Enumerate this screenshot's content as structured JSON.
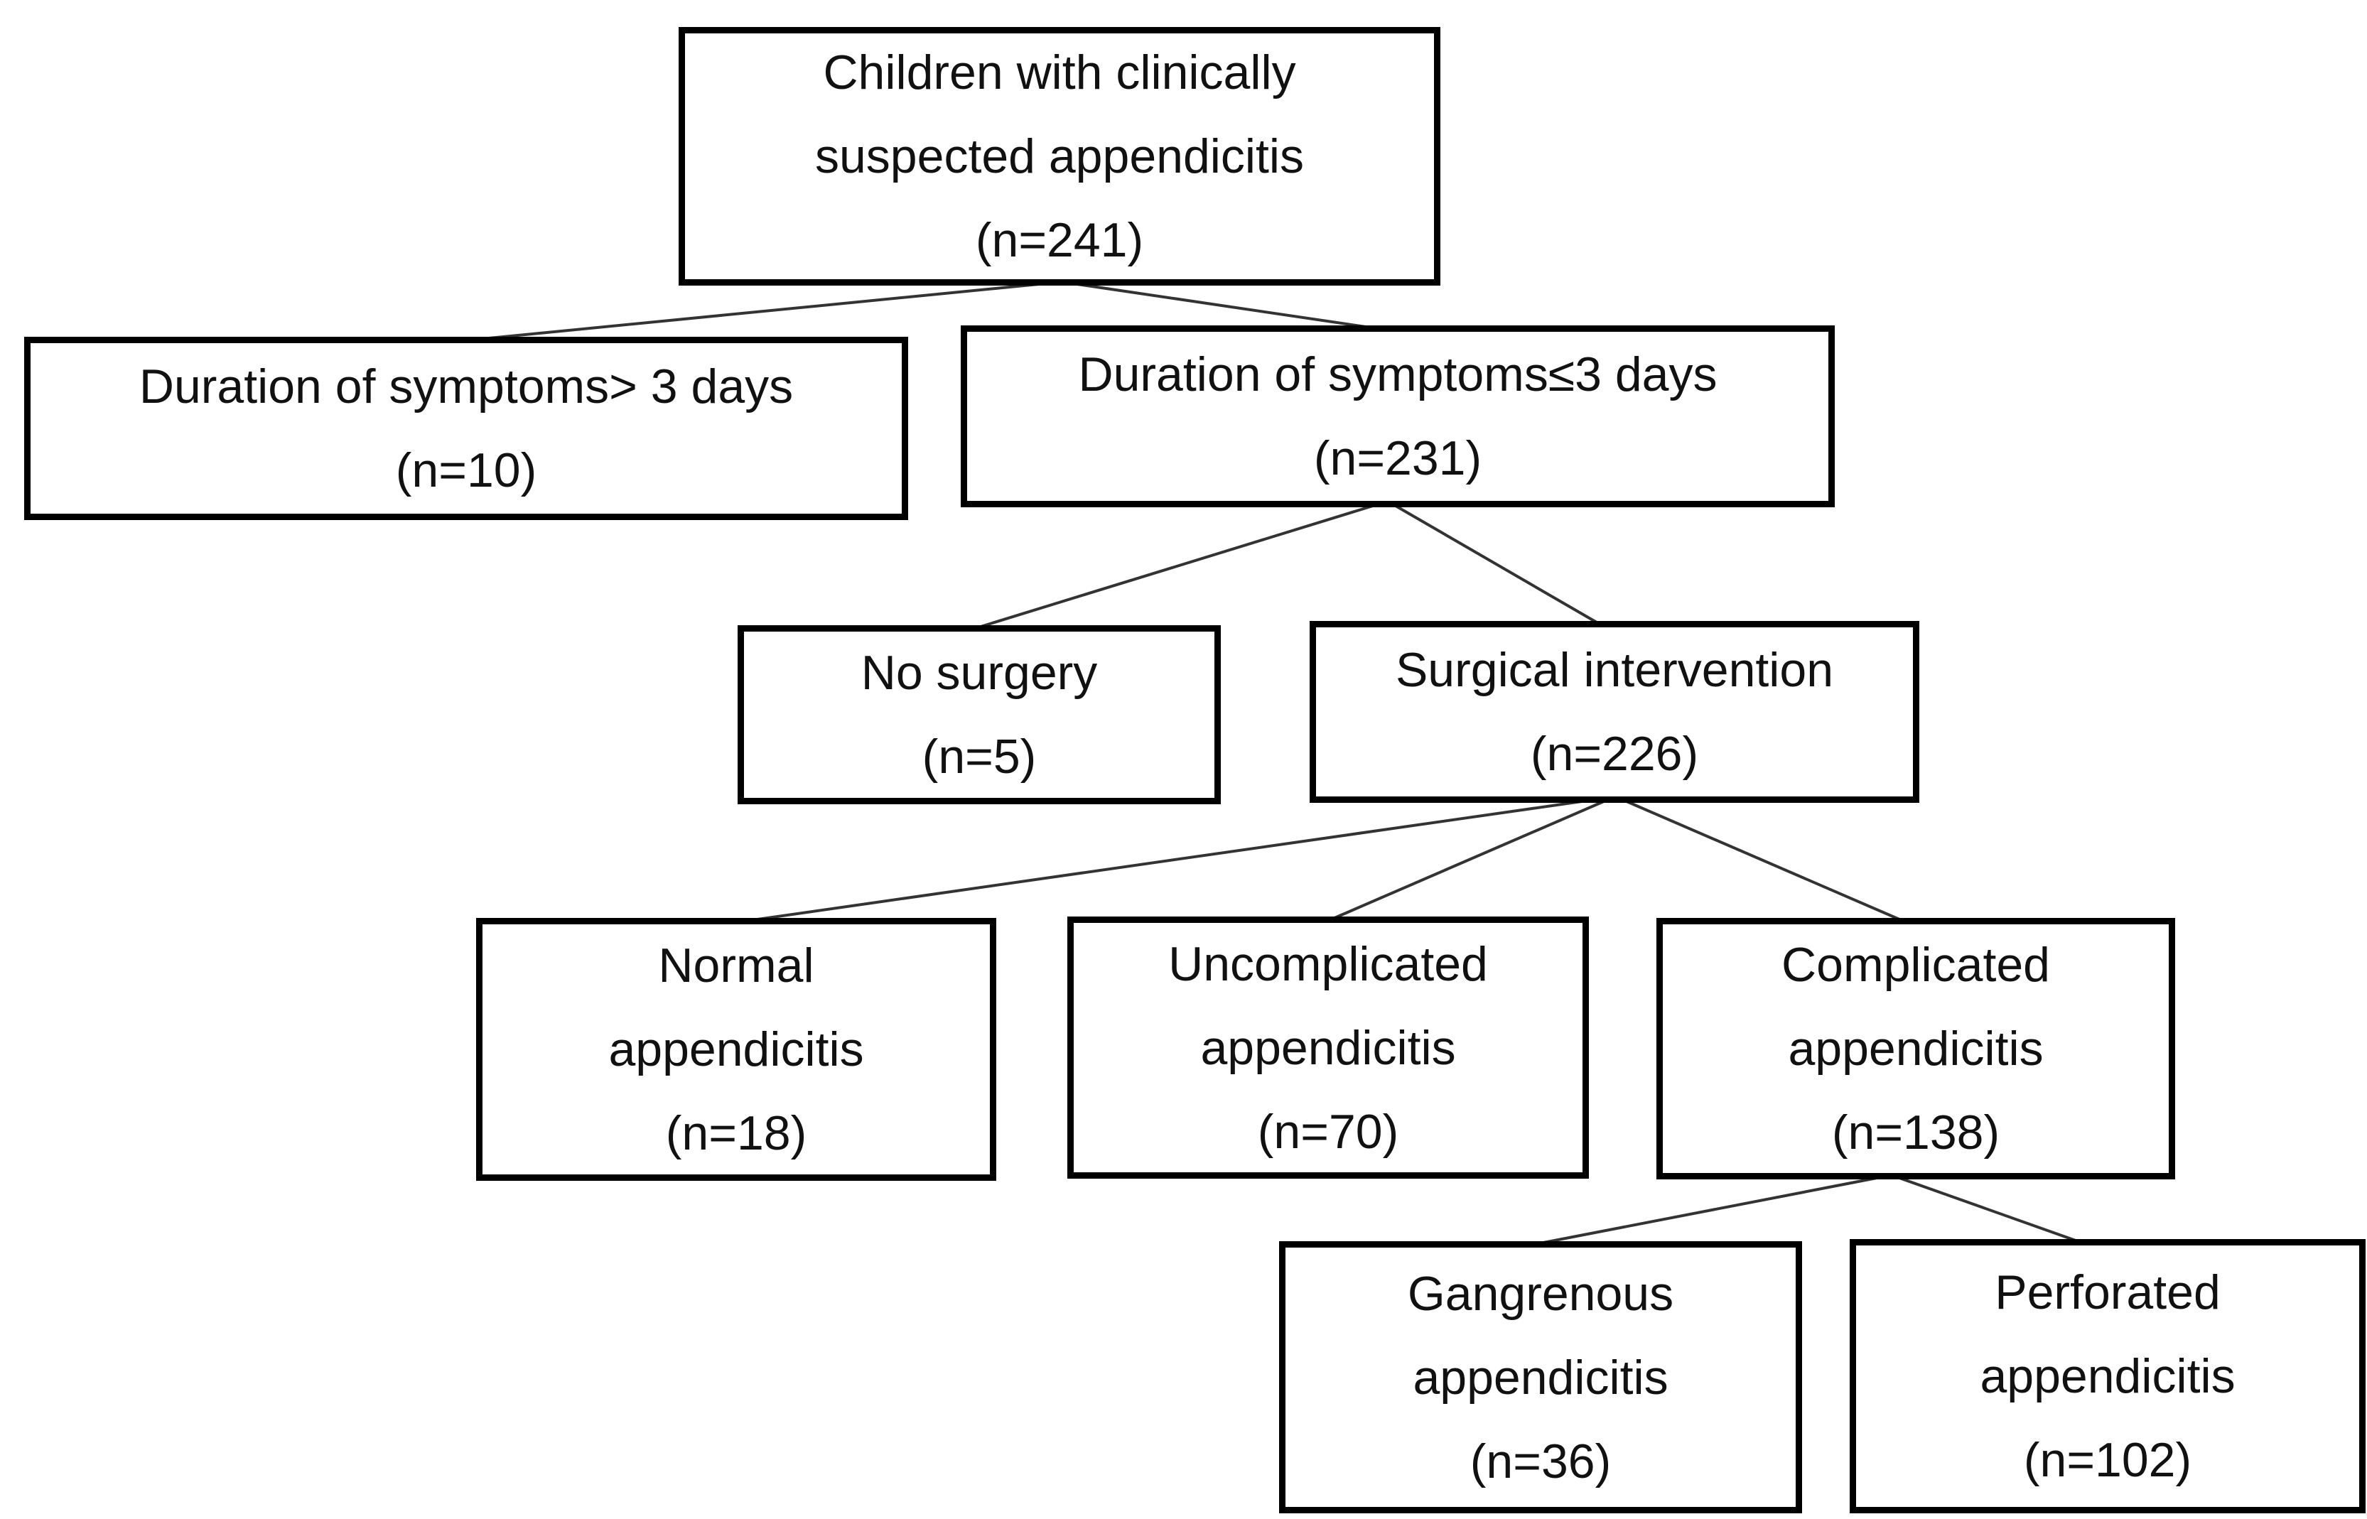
{
  "diagram": {
    "type": "flowchart",
    "background_color": "#ffffff",
    "box_border_color": "#000000",
    "box_fill_color": "#ffffff",
    "text_color": "#111111",
    "connector_color": "#333333",
    "nodes": {
      "root": {
        "n": 241,
        "lines": [
          "Children with clinically",
          "suspected appendicitis",
          "(n=241)"
        ]
      },
      "symptoms_gt3": {
        "n": 10,
        "lines": [
          "Duration of symptoms> 3 days",
          "(n=10)"
        ]
      },
      "symptoms_le3": {
        "n": 231,
        "lines": [
          "Duration of symptoms≤3 days",
          "(n=231)"
        ]
      },
      "no_surgery": {
        "n": 5,
        "lines": [
          "No surgery",
          "(n=5)"
        ]
      },
      "surgical_intervention": {
        "n": 226,
        "lines": [
          "Surgical intervention",
          "(n=226)"
        ]
      },
      "normal_appendicitis": {
        "n": 18,
        "lines": [
          "Normal",
          "appendicitis",
          "(n=18)"
        ]
      },
      "uncomplicated_appendicitis": {
        "n": 70,
        "lines": [
          "Uncomplicated",
          "appendicitis",
          "(n=70)"
        ]
      },
      "complicated_appendicitis": {
        "n": 138,
        "lines": [
          "Complicated",
          "appendicitis",
          "(n=138)"
        ]
      },
      "gangrenous_appendicitis": {
        "n": 36,
        "lines": [
          "Gangrenous",
          "appendicitis",
          "(n=36)"
        ]
      },
      "perforated_appendicitis": {
        "n": 102,
        "lines": [
          "Perforated",
          "appendicitis",
          "(n=102)"
        ]
      }
    },
    "edges": [
      {
        "from": "root",
        "to": "symptoms_gt3"
      },
      {
        "from": "root",
        "to": "symptoms_le3"
      },
      {
        "from": "symptoms_le3",
        "to": "no_surgery"
      },
      {
        "from": "symptoms_le3",
        "to": "surgical_intervention"
      },
      {
        "from": "surgical_intervention",
        "to": "normal_appendicitis"
      },
      {
        "from": "surgical_intervention",
        "to": "uncomplicated_appendicitis"
      },
      {
        "from": "surgical_intervention",
        "to": "complicated_appendicitis"
      },
      {
        "from": "complicated_appendicitis",
        "to": "gangrenous_appendicitis"
      },
      {
        "from": "complicated_appendicitis",
        "to": "perforated_appendicitis"
      }
    ]
  }
}
